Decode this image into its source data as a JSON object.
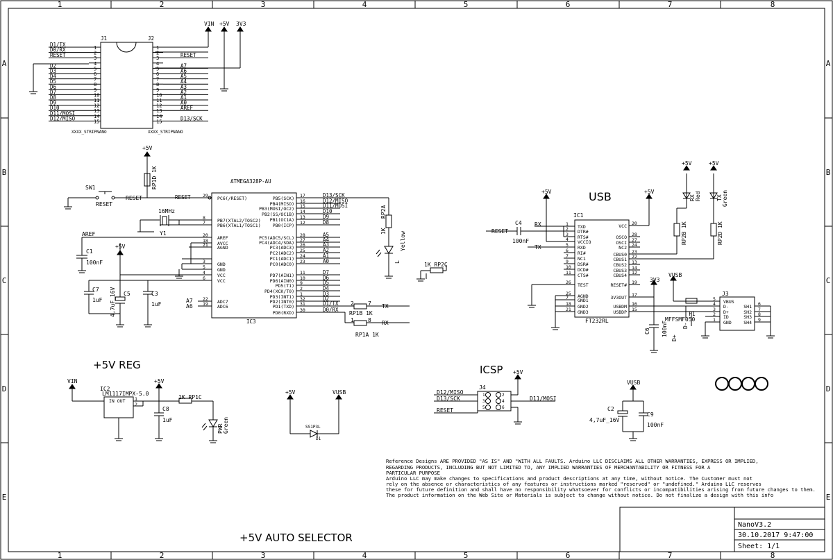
{
  "frame": {
    "columns": [
      "1",
      "2",
      "3",
      "4",
      "5",
      "6",
      "7",
      "8"
    ],
    "rows": [
      "A",
      "B",
      "C",
      "D",
      "E"
    ]
  },
  "titles": {
    "usb": "USB",
    "reg": "+5V REG",
    "icsp": "ICSP",
    "auto_selector": "+5V AUTO SELECTOR"
  },
  "title_block": {
    "name": "NanoV3.2",
    "date": "30.10.2017 9:47:00",
    "sheet": "Sheet: 1/1"
  },
  "disclaimer": [
    "Reference Designs ARE PROVIDED \"AS IS\" AND \"WITH ALL FAULTS. Arduino LLC DISCLAIMS ALL OTHER WARRANTIES, EXPRESS OR IMPLIED,",
    "REGARDING PRODUCTS, INCLUDING BUT NOT LIMITED TO, ANY IMPLIED WARRANTIES OF MERCHANTABILITY OR FITNESS FOR A",
    "PARTICULAR PURPOSE",
    "Arduino LLC may make changes to specifications and product descriptions at any time, without notice. The Customer must not",
    "rely on the absence or characteristics of any features or instructions marked \"reserved\" or \"undefined.\" Arduino LLC reserves",
    "these for future definition and shall have no responsibility whatsoever for conflicts or incompatibilities arising from future changes to them.",
    "The product information on the Web Site or Materials is subject to change without notice. Do not finalize a design with this info"
  ],
  "headers": {
    "j1": {
      "ref": "J1",
      "value": "XXXX_STRIPNANO",
      "pins": [
        "1",
        "2",
        "3",
        "4",
        "5",
        "6",
        "7",
        "8",
        "9",
        "10",
        "11",
        "12",
        "13",
        "14",
        "15"
      ],
      "nets": [
        "D1/TX",
        "D0/RX",
        "RESET",
        "",
        "D2",
        "D3",
        "D4",
        "D5",
        "D6",
        "D7",
        "D8",
        "D9",
        "D10",
        "D11/MOSI",
        "D12/MISO"
      ]
    },
    "j2": {
      "ref": "J2",
      "value": "XXXX_STRIPNANO",
      "pins": [
        "1",
        "2",
        "3",
        "4",
        "5",
        "6",
        "7",
        "8",
        "9",
        "10",
        "11",
        "12",
        "13",
        "14",
        "15"
      ],
      "nets": [
        "",
        "",
        "RESET",
        "",
        "A7",
        "A6",
        "A5",
        "A4",
        "A3",
        "A2",
        "A1",
        "A0",
        "AREF",
        "",
        "D13/SCK"
      ]
    },
    "supplies": [
      "VIN",
      "+5V",
      "3V3"
    ]
  },
  "mcu": {
    "ref": "IC3",
    "part": "ATMEGA328P-AU",
    "left_pins": [
      {
        "num": "29",
        "name": "PC6(/RESET)",
        "net": "RESET"
      },
      {
        "num": "8",
        "name": "PB7(XTAL2/TOSC2)",
        "net": ""
      },
      {
        "num": "7",
        "name": "PB6(XTAL1/TOSC1)",
        "net": ""
      },
      {
        "num": "20",
        "name": "AREF",
        "net": "AREF"
      },
      {
        "num": "18",
        "name": "AVCC",
        "net": ""
      },
      {
        "num": "21",
        "name": "AGND",
        "net": ""
      },
      {
        "num": "3",
        "name": "GND",
        "net": ""
      },
      {
        "num": "5",
        "name": "GND",
        "net": ""
      },
      {
        "num": "4",
        "name": "VCC",
        "net": ""
      },
      {
        "num": "6",
        "name": "VCC",
        "net": ""
      },
      {
        "num": "22",
        "name": "ADC7",
        "net": "A7"
      },
      {
        "num": "19",
        "name": "ADC6",
        "net": "A6"
      }
    ],
    "right_pins": [
      {
        "num": "17",
        "name": "PB5(SCK)",
        "net": "D13/SCK"
      },
      {
        "num": "16",
        "name": "PB4(MISO)",
        "net": "D12/MISO"
      },
      {
        "num": "15",
        "name": "PB3(MOSI/OC2)",
        "net": "D11/MOSI"
      },
      {
        "num": "14",
        "name": "PB2(SS/OC1B)",
        "net": "D10"
      },
      {
        "num": "13",
        "name": "PB1(OC1A)",
        "net": "D9"
      },
      {
        "num": "12",
        "name": "PB0(ICP)",
        "net": "D8"
      },
      {
        "num": "28",
        "name": "PC5(ADC5/SCL)",
        "net": "A5"
      },
      {
        "num": "27",
        "name": "PC4(ADC4/SDA)",
        "net": "A4"
      },
      {
        "num": "26",
        "name": "PC3(ADC3)",
        "net": "A3"
      },
      {
        "num": "25",
        "name": "PC2(ADC2)",
        "net": "A2"
      },
      {
        "num": "24",
        "name": "PC1(ADC1)",
        "net": "A1"
      },
      {
        "num": "23",
        "name": "PC0(ADC0)",
        "net": "A0"
      },
      {
        "num": "11",
        "name": "PD7(AIN1)",
        "net": "D7"
      },
      {
        "num": "10",
        "name": "PD6(AIN0)",
        "net": "D6"
      },
      {
        "num": "9",
        "name": "PD5(T1)",
        "net": "D5"
      },
      {
        "num": "2",
        "name": "PD4(XCK/T0)",
        "net": "D4"
      },
      {
        "num": "1",
        "name": "PD3(INT1)",
        "net": "D3"
      },
      {
        "num": "32",
        "name": "PD2(INT0)",
        "net": "D2"
      },
      {
        "num": "31",
        "name": "PD1(TXD)",
        "net": "D1/TX"
      },
      {
        "num": "30",
        "name": "PD0(RXD)",
        "net": "D0/RX"
      }
    ]
  },
  "usb_ic": {
    "ref": "IC1",
    "part": "FT232RL",
    "left_pins": [
      {
        "num": "1",
        "name": "TXD"
      },
      {
        "num": "2",
        "name": "DTR#"
      },
      {
        "num": "3",
        "name": "RTS#"
      },
      {
        "num": "4",
        "name": "VCCIO"
      },
      {
        "num": "5",
        "name": "RXD"
      },
      {
        "num": "6",
        "name": "RI#"
      },
      {
        "num": "7",
        "name": "NC1"
      },
      {
        "num": "9",
        "name": "DSR#"
      },
      {
        "num": "10",
        "name": "DCD#"
      },
      {
        "num": "11",
        "name": "CTS#"
      },
      {
        "num": "26",
        "name": "TEST"
      },
      {
        "num": "25",
        "name": "AGND"
      },
      {
        "num": "7",
        "name": "GND1"
      },
      {
        "num": "18",
        "name": "GND2"
      },
      {
        "num": "21",
        "name": "GND3"
      }
    ],
    "right_pins": [
      {
        "num": "20",
        "name": "VCC"
      },
      {
        "num": "28",
        "name": "OSCO"
      },
      {
        "num": "27",
        "name": "OSCI"
      },
      {
        "num": "24",
        "name": "NC2"
      },
      {
        "num": "23",
        "name": "CBUS0"
      },
      {
        "num": "22",
        "name": "CBUS1"
      },
      {
        "num": "13",
        "name": "CBUS2"
      },
      {
        "num": "14",
        "name": "CBUS3"
      },
      {
        "num": "12",
        "name": "CBUS4"
      },
      {
        "num": "19",
        "name": "RESET#"
      },
      {
        "num": "17",
        "name": "3V3OUT"
      },
      {
        "num": "16",
        "name": "USBDM"
      },
      {
        "num": "15",
        "name": "USBDP"
      }
    ],
    "nets": {
      "reset": "RESET",
      "rx": "RX",
      "tx": "TX",
      "c4": "C4",
      "c4_val": "100nF"
    }
  },
  "usb_conn": {
    "ref": "J3",
    "left_pins": [
      {
        "num": "5",
        "name": "VBUS"
      },
      {
        "num": "4",
        "name": "D-"
      },
      {
        "num": "3",
        "name": "D+"
      },
      {
        "num": "2",
        "name": "ID"
      },
      {
        "num": "1",
        "name": "GND"
      }
    ],
    "right_pins": [
      {
        "num": "6",
        "name": "SH1"
      },
      {
        "num": "7",
        "name": "SH2"
      },
      {
        "num": "8",
        "name": "SH3"
      },
      {
        "num": "9",
        "name": "SH4"
      }
    ]
  },
  "labels": {
    "sw1": "SW1",
    "reset": "RESET",
    "rp1d": "RP1D 1K",
    "plus5v": "+5V",
    "vin": "VIN",
    "v3v3": "3V3",
    "vusb": "VUSB",
    "xtal": "16MHz",
    "y1": "Y1",
    "aref": "AREF",
    "c1": "C1",
    "c1v": "100nF",
    "c7": "C7",
    "c7v": "1uF",
    "c5": "C5",
    "c5v": "4,7uF_16V",
    "c3": "C3",
    "c3v": "1uF",
    "r_l": "RP2A",
    "r_l_val": "1K",
    "led_l": "L",
    "led_l_color": "Yellow",
    "rp2c": "1K RP2C",
    "rp1b": "RP1B 1K",
    "rp1a": "RP1A 1K",
    "n2": "2",
    "n7": "7",
    "n1": "1",
    "n8": "8",
    "a7": "A7",
    "a6": "A6",
    "tx": "TX",
    "rx": "RX",
    "rxled": "RX",
    "rxcolor": "Red",
    "txled": "TX",
    "txcolor": "Green",
    "rp2b": "RP2B 1K",
    "rp2d": "RP2D 1K",
    "c6": "C6",
    "c6v": "100nF",
    "fuse": "F1",
    "fusev": "MFFSMF050",
    "dm": "D-",
    "dp": "D+",
    "ic2": "IC2",
    "ic2v": "LM1117IMPX-5.0",
    "in_out": "IN OUT",
    "c8": "C8",
    "c8v": "1uF",
    "rp1c": "1K RP1C",
    "pwr": "PWR",
    "pwrcolor": "Green",
    "d1": "D1",
    "d1v": "SS1P3L",
    "j4": "J4",
    "miso": "D12/MISO",
    "sck": "D13/SCK",
    "mosi": "D11/MOSI",
    "c2": "C2",
    "c2v": "4,7uF_16V",
    "c9": "C9",
    "c9v": "100nF"
  },
  "colors": {
    "ink": "#000000",
    "paper": "#ffffff",
    "title_block": "#000000"
  }
}
